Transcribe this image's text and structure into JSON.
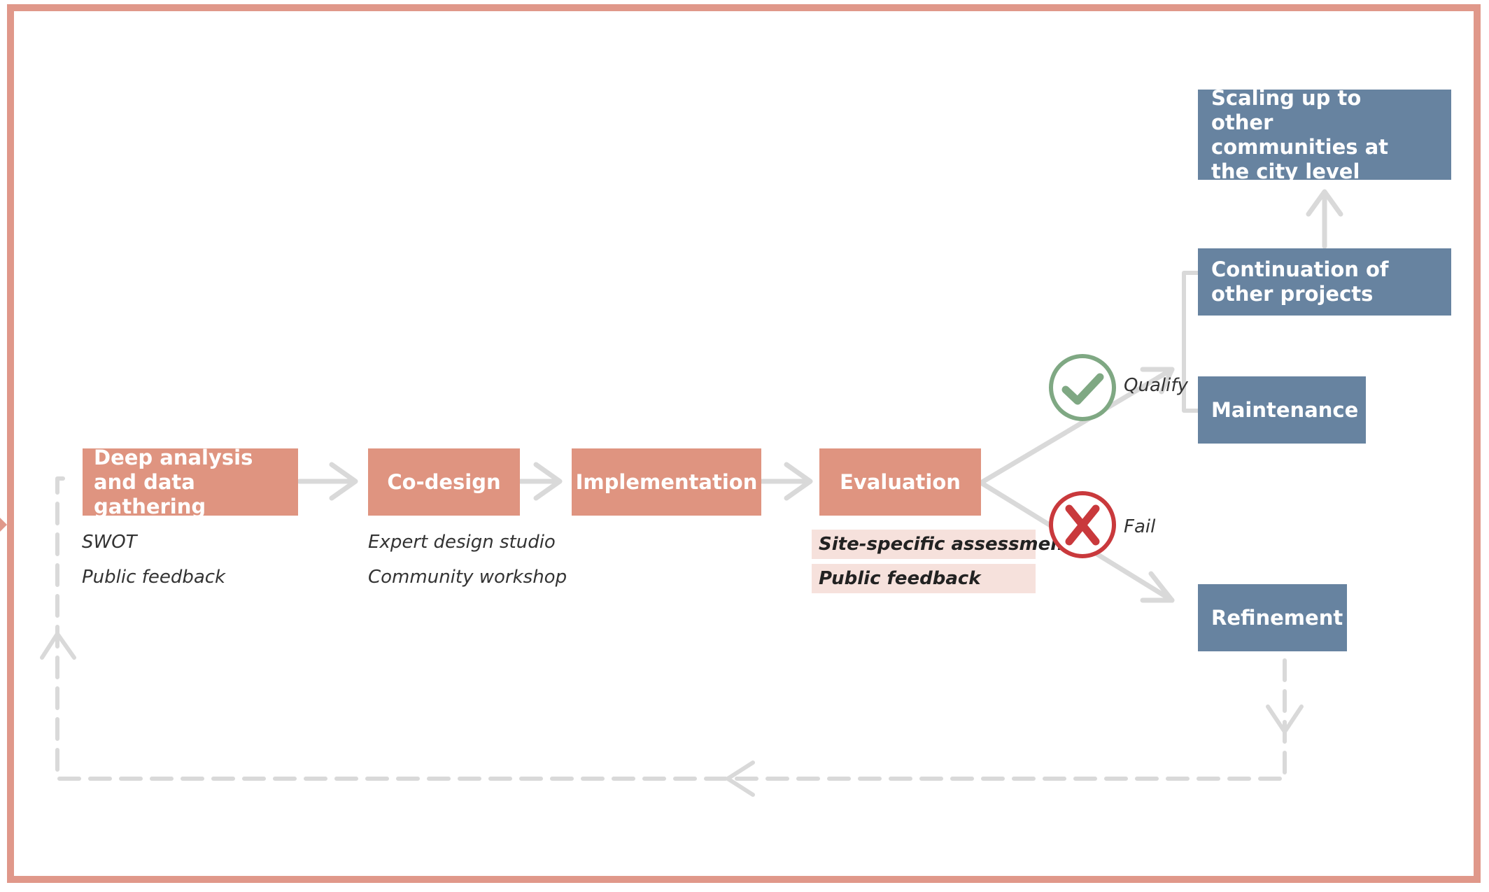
{
  "colors": {
    "process_box": "#df9480",
    "outcome_box": "#6783a0",
    "frame": "#e0988a",
    "connector": "#d9d9d9",
    "qualify_icon": "#7fa883",
    "fail_icon": "#c9393c",
    "highlight": "#f6e1dc"
  },
  "steps": {
    "analysis": "Deep analysis and data gathering",
    "codesign": "Co-design",
    "implementation": "Implementation",
    "evaluation": "Evaluation"
  },
  "notes": {
    "analysis": [
      "SWOT",
      "Public feedback"
    ],
    "codesign": [
      "Expert design studio",
      "Community workshop"
    ],
    "evaluation": [
      "Site-specific assessment",
      "Public feedback"
    ]
  },
  "outcomes": {
    "scaling": "Scaling up to other communities at the city level",
    "continuation": "Continuation of other projects",
    "maintenance": "Maintenance",
    "refinement": "Refinement"
  },
  "branches": {
    "qualify": {
      "label": "Qualify",
      "icon": "check-icon"
    },
    "fail": {
      "label": "Fail",
      "icon": "cross-icon"
    }
  }
}
